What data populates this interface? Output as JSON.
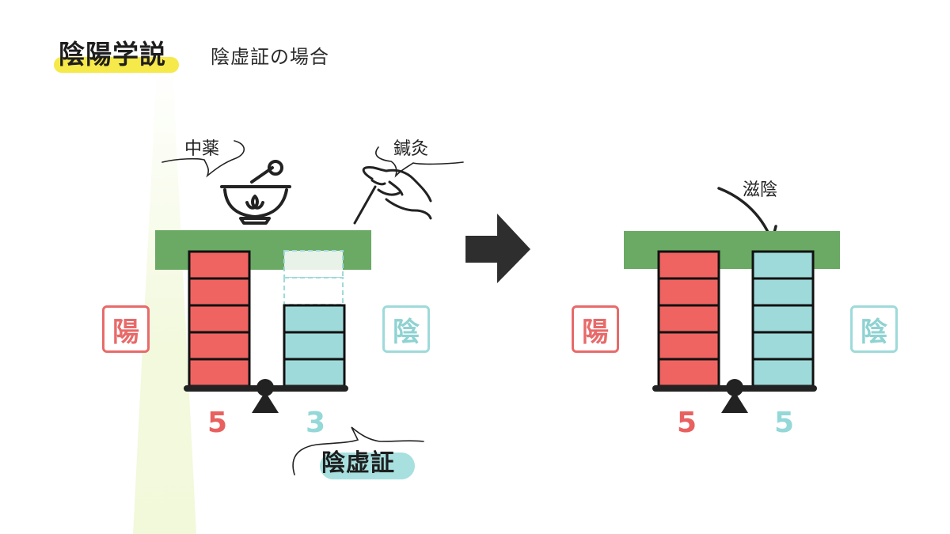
{
  "header": {
    "title": "陰陽学説",
    "subtitle": "陰虚証の場合"
  },
  "left_panel": {
    "callout_herbal": "中薬",
    "callout_acupuncture": "鍼灸",
    "yang_label": "陽",
    "yin_label": "陰",
    "yang_value": "5",
    "yin_value": "3",
    "yin_shown_blocks": 3,
    "yin_missing_blocks": 2,
    "yang_blocks": 5,
    "diagnosis_tag": "陰虚証"
  },
  "right_panel": {
    "callout_treatment": "滋陰",
    "yang_label": "陽",
    "yin_label": "陰",
    "yang_value": "5",
    "yin_value": "5",
    "yang_blocks": 5,
    "yin_blocks": 5
  },
  "colors": {
    "yang": "#ef6461",
    "yin": "#9fdada",
    "beam": "#6aaa64",
    "highlight_yellow": "#f6e94a",
    "highlight_teal": "#a8e0e0",
    "dark": "#222222"
  },
  "icons": {
    "herbal": "mortar-pestle-icon",
    "acupuncture": "hand-needle-icon",
    "arrow": "right-arrow-icon"
  }
}
